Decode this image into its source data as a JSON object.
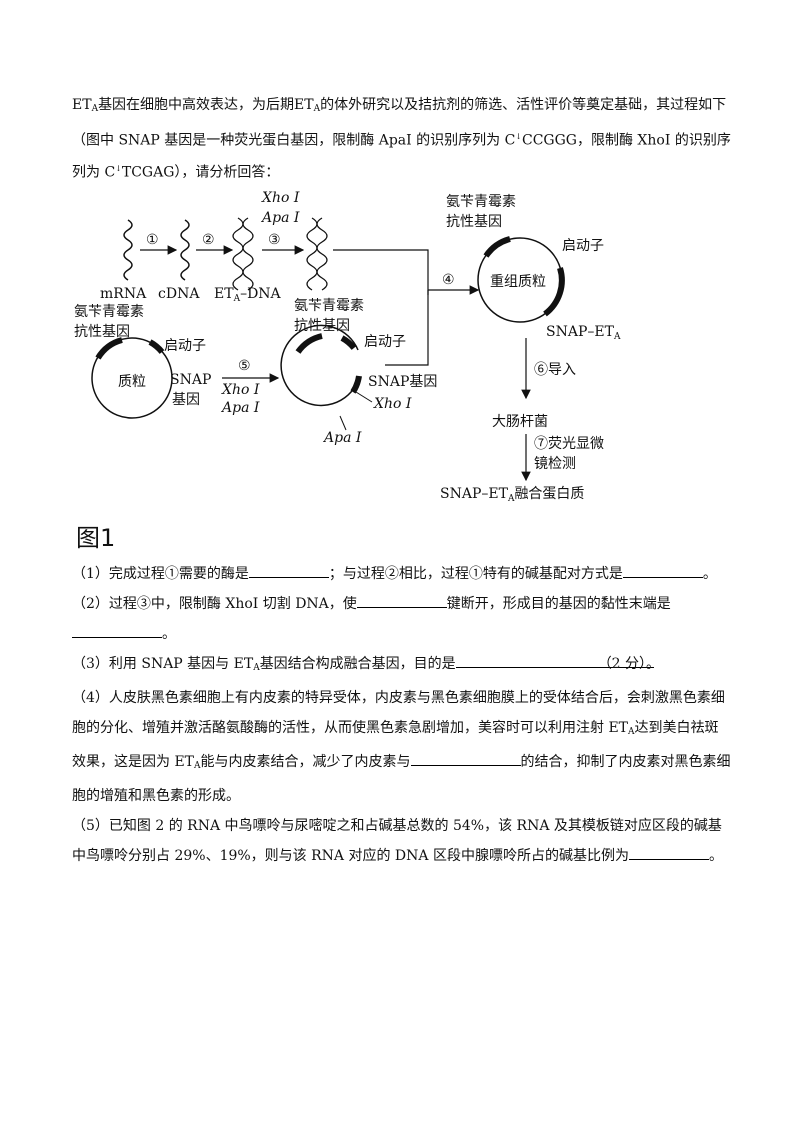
{
  "intro": {
    "a1": "ET",
    "a1_sub": "A",
    "a2": "基因在细胞中高效表达，为后期ET",
    "a2_sub": "A",
    "a3": "的体外研究以及拮抗剂的筛选、活性评价等奠定基础，其过程如下（图中 SNAP 基因是一种荧光蛋白基因，限制酶 ApaI 的识别序列为 C",
    "a3_sup": "↓",
    "a4": "CCGGG，限制酶 XhoI 的识别序列为 C",
    "a4_sup": "↓",
    "a5": "TCGAG），请分析回答："
  },
  "figure": {
    "title": "图1",
    "labels": {
      "s1": "①",
      "s2": "②",
      "s3": "③",
      "s4": "④",
      "s5": "⑤",
      "s6": "⑥导入",
      "s7a": "⑦荧光显微",
      "s7b": "镜检测",
      "mrna": "mRNA",
      "cdna": "cDNA",
      "eta": "ET",
      "eta_sub": "A",
      "eta_dna": "–DNA",
      "xho_top": "Xho Ⅰ",
      "apa_top": "Apa Ⅰ",
      "xho_5": "Xho Ⅰ",
      "apa_5": "Apa Ⅰ",
      "amp1a": "氨苄青霉素",
      "amp1b": "抗性基因",
      "amp2a": "氨苄青霉素",
      "amp2b": "抗性基因",
      "amp3a": "氨苄青霉素",
      "amp3b": "抗性基因",
      "promoter1": "启动子",
      "promoter2": "启动子",
      "promoter3": "启动子",
      "plasmid": "质粒",
      "snap1a": "SNAP",
      "snap1b": "基因",
      "snap2": "SNAP基因",
      "xho_2": "Xho Ⅰ",
      "apa_2": "Apa Ⅰ",
      "recomb": "重组质粒",
      "snap_eta": "SNAP–ET",
      "snap_eta_sub": "A",
      "ecoli": "大肠杆菌",
      "fusion": "SNAP–ET",
      "fusion_sub": "A",
      "fusion_tail": "融合蛋白质"
    }
  },
  "questions": {
    "q1a": "（1）完成过程①需要的酶是",
    "q1b": "；与过程②相比，过程①特有的碱基配对方式是",
    "q1c": "。",
    "q2a": "（2）过程③中，限制酶 XhoI 切割 DNA，使",
    "q2b": "键断开，形成目的基因的黏性末端是",
    "q2c": "。",
    "q3a": "（3）利用 SNAP 基因与 ET",
    "q3_sub": "A",
    "q3b": "基因结合构成融合基因，目的是",
    "q3_score": "（2 分）",
    "q3c": "。",
    "q4a": "（4）人皮肤黑色素细胞上有内皮素的特异受体，内皮素与黑色素细胞膜上的受体结合后，会刺激黑色素细胞的分化、增殖并激活酪氨酸酶的活性，从而使黑色素急剧增加，美容时可以利用注射 ET",
    "q4_sub1": "A",
    "q4b": "达到美白祛斑效果，这是因为 ET",
    "q4_sub2": "A",
    "q4c": "能与内皮素结合，减少了内皮素与",
    "q4d": "的结合，抑制了内皮素对黑色素细胞的增殖和黑色素的形成。",
    "q5a": "（5）已知图 2 的 RNA 中鸟嘌呤与尿嘧啶之和占碱基总数的 54%，该 RNA 及其模板链对应区段的碱基中鸟嘌呤分别占 29%、19%，则与该 RNA 对应的 DNA 区段中腺嘌呤所占的碱基比例为",
    "q5b": "。"
  }
}
